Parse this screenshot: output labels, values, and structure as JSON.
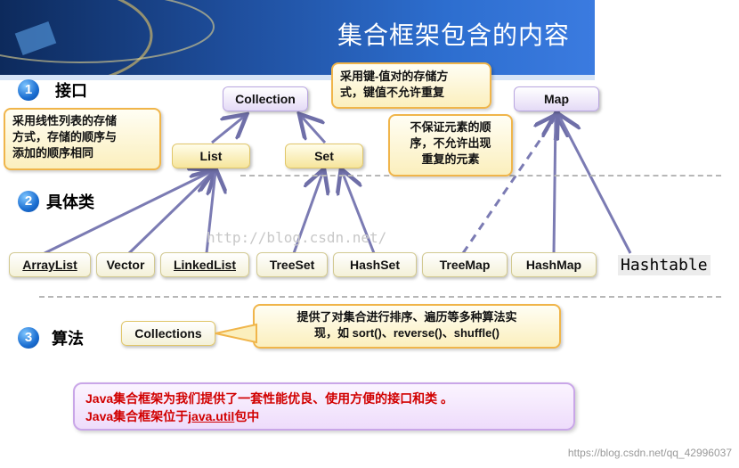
{
  "banner": {
    "title": "集合框架包含的内容"
  },
  "sections": [
    {
      "num": "1",
      "label": "接口"
    },
    {
      "num": "2",
      "label": "具体类"
    },
    {
      "num": "3",
      "label": "算法"
    }
  ],
  "interfaces": {
    "collection": "Collection",
    "list": "List",
    "set": "Set",
    "map": "Map"
  },
  "notes": {
    "list": [
      "采用线性列表的存储",
      "方式，存储的顺序与",
      "添加的顺序相同"
    ],
    "map": [
      "采用键-值对的存储方",
      "式，键值不允许重复"
    ],
    "set": [
      "不保证元素的顺",
      "序，不允许出现",
      "重复的元素"
    ],
    "collections": [
      "提供了对集合进行排序、遍历等多种算法实",
      "现，如 sort()、reverse()、shuffle()"
    ]
  },
  "classes": [
    "ArrayList",
    "Vector",
    "LinkedList",
    "TreeSet",
    "HashSet",
    "TreeMap",
    "HashMap"
  ],
  "hashtable": "Hashtable",
  "algorithm": {
    "collections": "Collections"
  },
  "summary": {
    "line1": "Java集合框架为我们提供了一套性能优良、使用方便的接口和类 。",
    "line2_prefix": "Java集合框架位于",
    "line2_pkg": "java.util",
    "line2_suffix": "包中"
  },
  "watermarks": {
    "middle": "http://blog.csdn.net/",
    "corner": "https://blog.csdn.net/qq_42996037"
  }
}
